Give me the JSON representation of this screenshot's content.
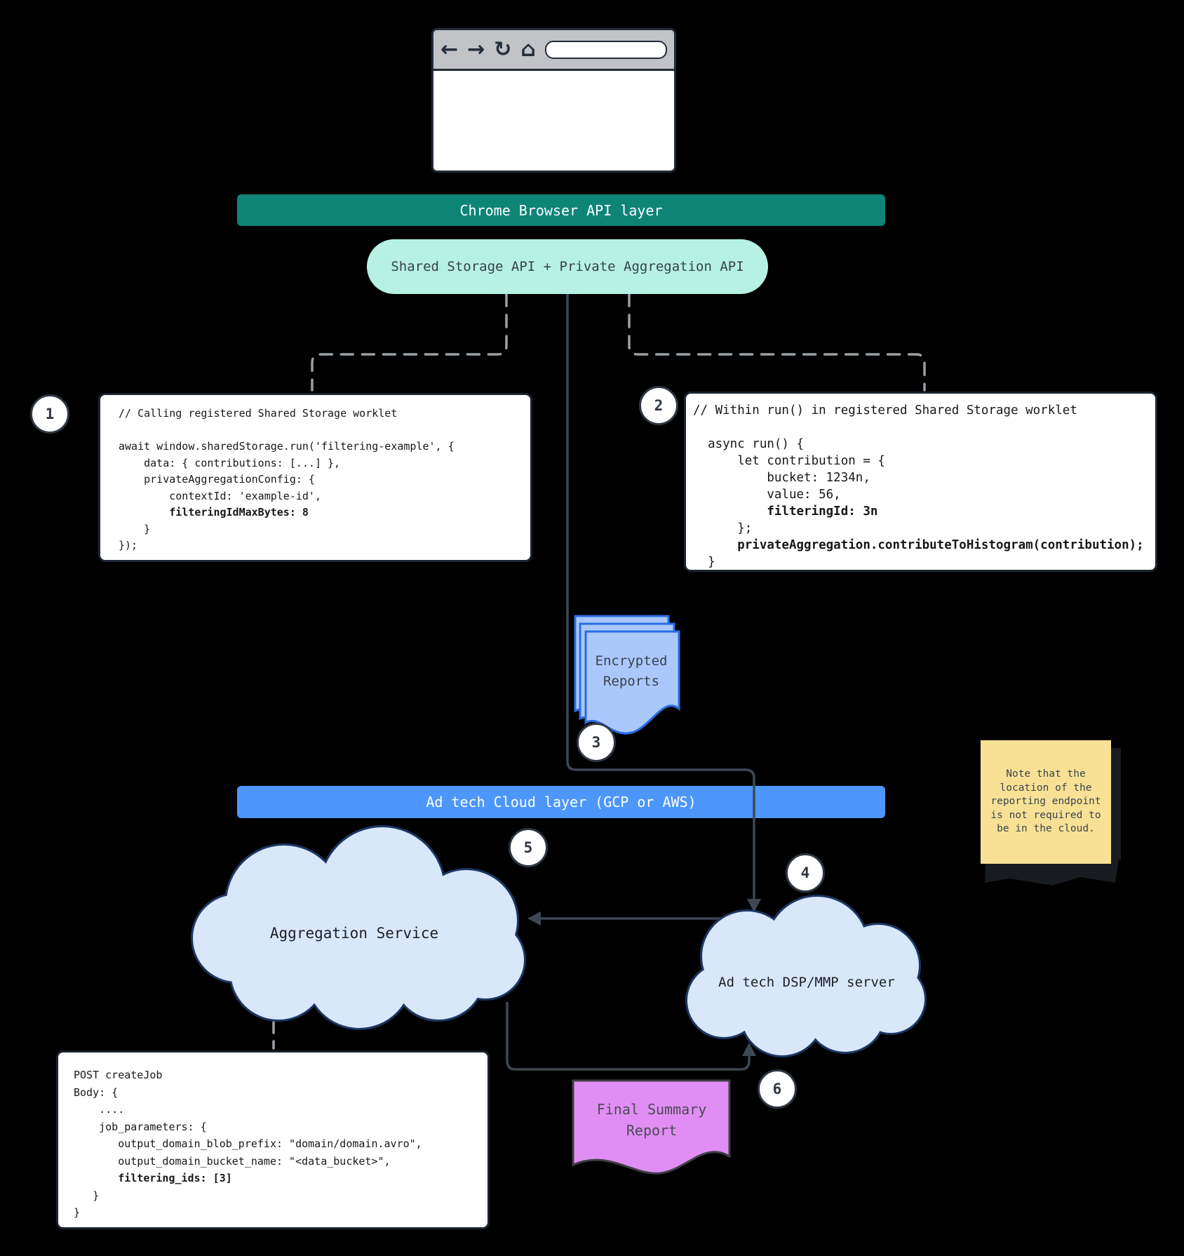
{
  "browser_window": {
    "back_icon": "←",
    "forward_icon": "→",
    "reload_icon": "↻",
    "home_icon": "⌂",
    "url_value": ""
  },
  "banners": {
    "chrome_api_layer": "Chrome Browser API layer",
    "cloud_layer": "Ad tech Cloud layer (GCP or AWS)"
  },
  "api_pill_label": "Shared Storage API + Private Aggregation API",
  "steps": {
    "s1": "1",
    "s2": "2",
    "s3": "3",
    "s4": "4",
    "s5": "5",
    "s6": "6"
  },
  "code_box_worklet_call": {
    "lines": [
      {
        "t": "// Calling registered Shared Storage worklet",
        "b": false
      },
      {
        "t": "",
        "b": false
      },
      {
        "t": "await window.sharedStorage.run('filtering-example', {",
        "b": false
      },
      {
        "t": "    data: { contributions: [...] },",
        "b": false
      },
      {
        "t": "    privateAggregationConfig: {",
        "b": false
      },
      {
        "t": "        contextId: 'example-id',",
        "b": false
      },
      {
        "t": "        filteringIdMaxBytes: 8",
        "b": true
      },
      {
        "t": "    }",
        "b": false
      },
      {
        "t": "});",
        "b": false
      }
    ]
  },
  "code_box_worklet_run": {
    "lines": [
      {
        "t": "// Within run() in registered Shared Storage worklet",
        "b": false
      },
      {
        "t": "",
        "b": false
      },
      {
        "t": "  async run() {",
        "b": false
      },
      {
        "t": "      let contribution = {",
        "b": false
      },
      {
        "t": "          bucket: 1234n,",
        "b": false
      },
      {
        "t": "          value: 56,",
        "b": false
      },
      {
        "t": "          filteringId: 3n",
        "b": true
      },
      {
        "t": "      };",
        "b": false
      },
      {
        "t": "      privateAggregation.contributeToHistogram(contribution);",
        "b": true
      },
      {
        "t": "  }",
        "b": false
      }
    ]
  },
  "code_box_create_job": {
    "lines": [
      {
        "t": "POST createJob",
        "b": false
      },
      {
        "t": "Body: {",
        "b": false
      },
      {
        "t": "    ....",
        "b": false
      },
      {
        "t": "    job_parameters: {",
        "b": false
      },
      {
        "t": "       output_domain_blob_prefix: \"domain/domain.avro\",",
        "b": false
      },
      {
        "t": "       output_domain_bucket_name: \"<data_bucket>\",",
        "b": false
      },
      {
        "t": "       filtering_ids: [3]",
        "b": true
      },
      {
        "t": "   }",
        "b": false
      },
      {
        "t": "}",
        "b": false
      }
    ]
  },
  "encrypted_reports_label": "Encrypted\nReports",
  "final_summary_report_label": "Final Summary\nReport",
  "clouds": {
    "aggregation_service": "Aggregation Service",
    "dsp_server": "Ad tech DSP/MMP server"
  },
  "note": {
    "lines": [
      "Note that the",
      "location of the",
      "reporting endpoint",
      "is not required to",
      "be in the cloud."
    ]
  },
  "colors": {
    "teal_banner": "#0e8477",
    "mint_pill": "#b6f1e3",
    "blue_banner": "#4d96fb",
    "report_blue_fill": "#abc8fb",
    "report_blue_border": "#2b6de3",
    "cloud_fill": "#d9e7fa",
    "cloud_border": "#1b3764",
    "purple_report": "#e18ef4",
    "note_yellow": "#f8e195",
    "flow_line": "#3e4854",
    "dashed_line": "#9aa0a6"
  }
}
